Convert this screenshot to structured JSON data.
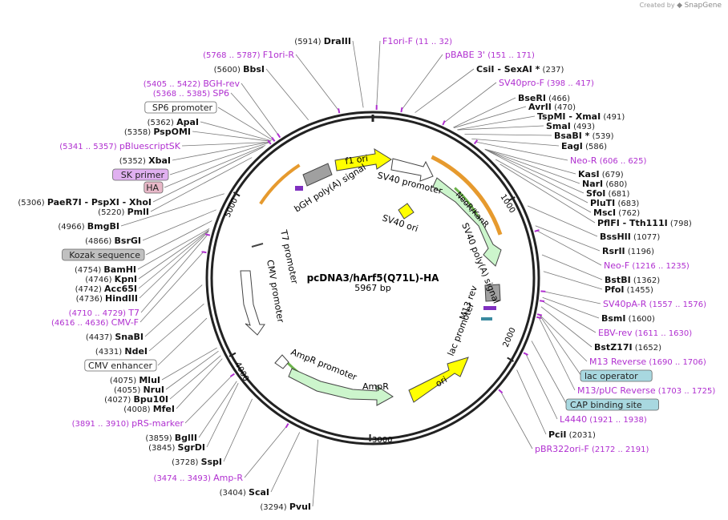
{
  "watermark": {
    "created_by": "Created by",
    "brand": "SnapGene"
  },
  "title": "pcDNA3/hArf5(Q71L)-HA",
  "length_label": "5967 bp",
  "ticks": [
    "1000",
    "2000",
    "3000",
    "4000",
    "5000"
  ],
  "colors": {
    "primer": "#b02fd0",
    "backbone": "#222222",
    "ori_yellow": "#ffff00",
    "gene_green": "#ccf5cc"
  },
  "inner_labels": {
    "f1_ori": "f1 ori",
    "sv40_promoter": "SV40 promoter",
    "neor": "NeoR/KanR",
    "sv40_polyA": "SV40 poly(A) signal",
    "sv40_ori": "SV40 ori",
    "m13_rev": "M13 rev",
    "lac_promoter": "lac promoter",
    "ori": "ori",
    "ampr": "AmpR",
    "ampr_promoter": "AmpR promoter",
    "cmv_promoter": "CMV promoter",
    "t7_promoter": "T7 promoter",
    "bgh": "bGH poly(A) signal"
  },
  "right_labels": [
    {
      "pre": "",
      "name": "CsiI",
      "post": " - SexAI *",
      "coord": "(237)",
      "kind": "enz"
    },
    {
      "pre": "",
      "name": "SV40pro-F",
      "post": "",
      "coord": "(398 .. 417)",
      "kind": "primer"
    },
    {
      "pre": "",
      "name": "BseRI",
      "post": "",
      "coord": "(466)",
      "kind": "enz"
    },
    {
      "pre": "",
      "name": "AvrII",
      "post": "",
      "coord": "(470)",
      "kind": "enz"
    },
    {
      "pre": "",
      "name": "TspMI",
      "post": " - XmaI",
      "coord": "(491)",
      "kind": "enz"
    },
    {
      "pre": "",
      "name": "SmaI",
      "post": "",
      "coord": "(493)",
      "kind": "enz"
    },
    {
      "pre": "",
      "name": "BsaBI",
      "post": " *",
      "coord": "(539)",
      "kind": "enz"
    },
    {
      "pre": "",
      "name": "EagI",
      "post": "",
      "coord": "(586)",
      "kind": "enz"
    },
    {
      "pre": "",
      "name": "Neo-R",
      "post": "",
      "coord": "(606 .. 625)",
      "kind": "primer"
    },
    {
      "pre": "",
      "name": "KasI",
      "post": "",
      "coord": "(679)",
      "kind": "enz"
    },
    {
      "pre": "",
      "name": "NarI",
      "post": "",
      "coord": "(680)",
      "kind": "enz"
    },
    {
      "pre": "",
      "name": "SfoI",
      "post": "",
      "coord": "(681)",
      "kind": "enz"
    },
    {
      "pre": "",
      "name": "PluTI",
      "post": "",
      "coord": "(683)",
      "kind": "enz"
    },
    {
      "pre": "",
      "name": "MscI",
      "post": "",
      "coord": "(762)",
      "kind": "enz"
    },
    {
      "pre": "",
      "name": "PflFI",
      "post": " - Tth111I",
      "coord": "(798)",
      "kind": "enz"
    },
    {
      "pre": "",
      "name": "BssHII",
      "post": "",
      "coord": "(1077)",
      "kind": "enz"
    },
    {
      "pre": "",
      "name": "RsrII",
      "post": "",
      "coord": "(1196)",
      "kind": "enz"
    },
    {
      "pre": "",
      "name": "Neo-F",
      "post": "",
      "coord": "(1216 .. 1235)",
      "kind": "primer"
    },
    {
      "pre": "",
      "name": "BstBI",
      "post": "",
      "coord": "(1362)",
      "kind": "enz"
    },
    {
      "pre": "",
      "name": "PfoI",
      "post": "",
      "coord": "(1455)",
      "kind": "enz"
    },
    {
      "pre": "",
      "name": "SV40pA-R",
      "post": "",
      "coord": "(1557 .. 1576)",
      "kind": "primer"
    },
    {
      "pre": "",
      "name": "BsmI",
      "post": "",
      "coord": "(1600)",
      "kind": "enz"
    },
    {
      "pre": "",
      "name": "EBV-rev",
      "post": "",
      "coord": "(1611 .. 1630)",
      "kind": "primer"
    },
    {
      "pre": "",
      "name": "BstZ17I",
      "post": "",
      "coord": "(1652)",
      "kind": "enz"
    },
    {
      "pre": "",
      "name": "M13 Reverse",
      "post": "",
      "coord": "(1690 .. 1706)",
      "kind": "primer"
    },
    {
      "pre": "",
      "name": "lac operator",
      "post": "",
      "coord": "",
      "kind": "box"
    },
    {
      "pre": "",
      "name": "M13/pUC Reverse",
      "post": "",
      "coord": "(1703 .. 1725)",
      "kind": "primer"
    },
    {
      "pre": "",
      "name": "CAP binding site",
      "post": "",
      "coord": "",
      "kind": "box"
    },
    {
      "pre": "",
      "name": "L4440",
      "post": "",
      "coord": "(1921 .. 1938)",
      "kind": "primer"
    },
    {
      "pre": "",
      "name": "PciI",
      "post": "",
      "coord": "(2031)",
      "kind": "enz"
    },
    {
      "pre": "",
      "name": "pBR322ori-F",
      "post": "",
      "coord": "(2172 .. 2191)",
      "kind": "primer"
    }
  ],
  "top_labels": [
    {
      "name": "DraIII",
      "coord": "(5914)",
      "kind": "enz"
    },
    {
      "name": "F1ori-F",
      "coord": "(11 .. 32)",
      "kind": "primer"
    },
    {
      "name": "pBABE 3'",
      "coord": "(151 .. 171)",
      "kind": "primer"
    }
  ],
  "left_labels": [
    {
      "name": "F1ori-R",
      "coord": "(5768 .. 5787)",
      "kind": "primer"
    },
    {
      "name": "BbsI",
      "coord": "(5600)",
      "kind": "enz"
    },
    {
      "name": "BGH-rev",
      "coord": "(5405 .. 5422)",
      "kind": "primer"
    },
    {
      "name": "SP6",
      "coord": "(5368 .. 5385)",
      "kind": "primer"
    },
    {
      "name": "SP6 promoter",
      "coord": "",
      "kind": "box"
    },
    {
      "name": "ApaI",
      "coord": "(5362)",
      "kind": "enz"
    },
    {
      "name": "PspOMI",
      "coord": "(5358)",
      "kind": "enz"
    },
    {
      "name": "pBluescriptSK",
      "coord": "(5341 .. 5357)",
      "kind": "primer"
    },
    {
      "name": "XbaI",
      "coord": "(5352)",
      "kind": "enz"
    },
    {
      "name": "SK primer",
      "coord": "",
      "kind": "box"
    },
    {
      "name": "HA",
      "coord": "",
      "kind": "box"
    },
    {
      "name": "PaeR7I - PspXI - XhoI",
      "coord": "(5306)",
      "kind": "enz"
    },
    {
      "name": "PmlI",
      "coord": "(5220)",
      "kind": "enz"
    },
    {
      "name": "BmgBI",
      "coord": "(4966)",
      "kind": "enz"
    },
    {
      "name": "BsrGI",
      "coord": "(4866)",
      "kind": "enz"
    },
    {
      "name": "Kozak sequence",
      "coord": "",
      "kind": "box"
    },
    {
      "name": "BamHI",
      "coord": "(4754)",
      "kind": "enz"
    },
    {
      "name": "KpnI",
      "coord": "(4746)",
      "kind": "enz"
    },
    {
      "name": "Acc65I",
      "coord": "(4742)",
      "kind": "enz"
    },
    {
      "name": "HindIII",
      "coord": "(4736)",
      "kind": "enz"
    },
    {
      "name": "T7",
      "coord": "(4710 .. 4729)",
      "kind": "primer"
    },
    {
      "name": "CMV-F",
      "coord": "(4616 .. 4636)",
      "kind": "primer"
    },
    {
      "name": "SnaBI",
      "coord": "(4437)",
      "kind": "enz"
    },
    {
      "name": "NdeI",
      "coord": "(4331)",
      "kind": "enz"
    },
    {
      "name": "CMV enhancer",
      "coord": "",
      "kind": "box"
    },
    {
      "name": "MluI",
      "coord": "(4075)",
      "kind": "enz"
    },
    {
      "name": "NruI",
      "coord": "(4055)",
      "kind": "enz"
    },
    {
      "name": "Bpu10I",
      "coord": "(4027)",
      "kind": "enz"
    },
    {
      "name": "MfeI",
      "coord": "(4008)",
      "kind": "enz"
    },
    {
      "name": "pRS-marker",
      "coord": "(3891 .. 3910)",
      "kind": "primer"
    },
    {
      "name": "BglII",
      "coord": "(3859)",
      "kind": "enz"
    },
    {
      "name": "SgrDI",
      "coord": "(3845)",
      "kind": "enz"
    },
    {
      "name": "SspI",
      "coord": "(3728)",
      "kind": "enz"
    },
    {
      "name": "Amp-R",
      "coord": "(3474 .. 3493)",
      "kind": "primer"
    },
    {
      "name": "ScaI",
      "coord": "(3404)",
      "kind": "enz"
    },
    {
      "name": "PvuI",
      "coord": "(3294)",
      "kind": "enz"
    }
  ]
}
